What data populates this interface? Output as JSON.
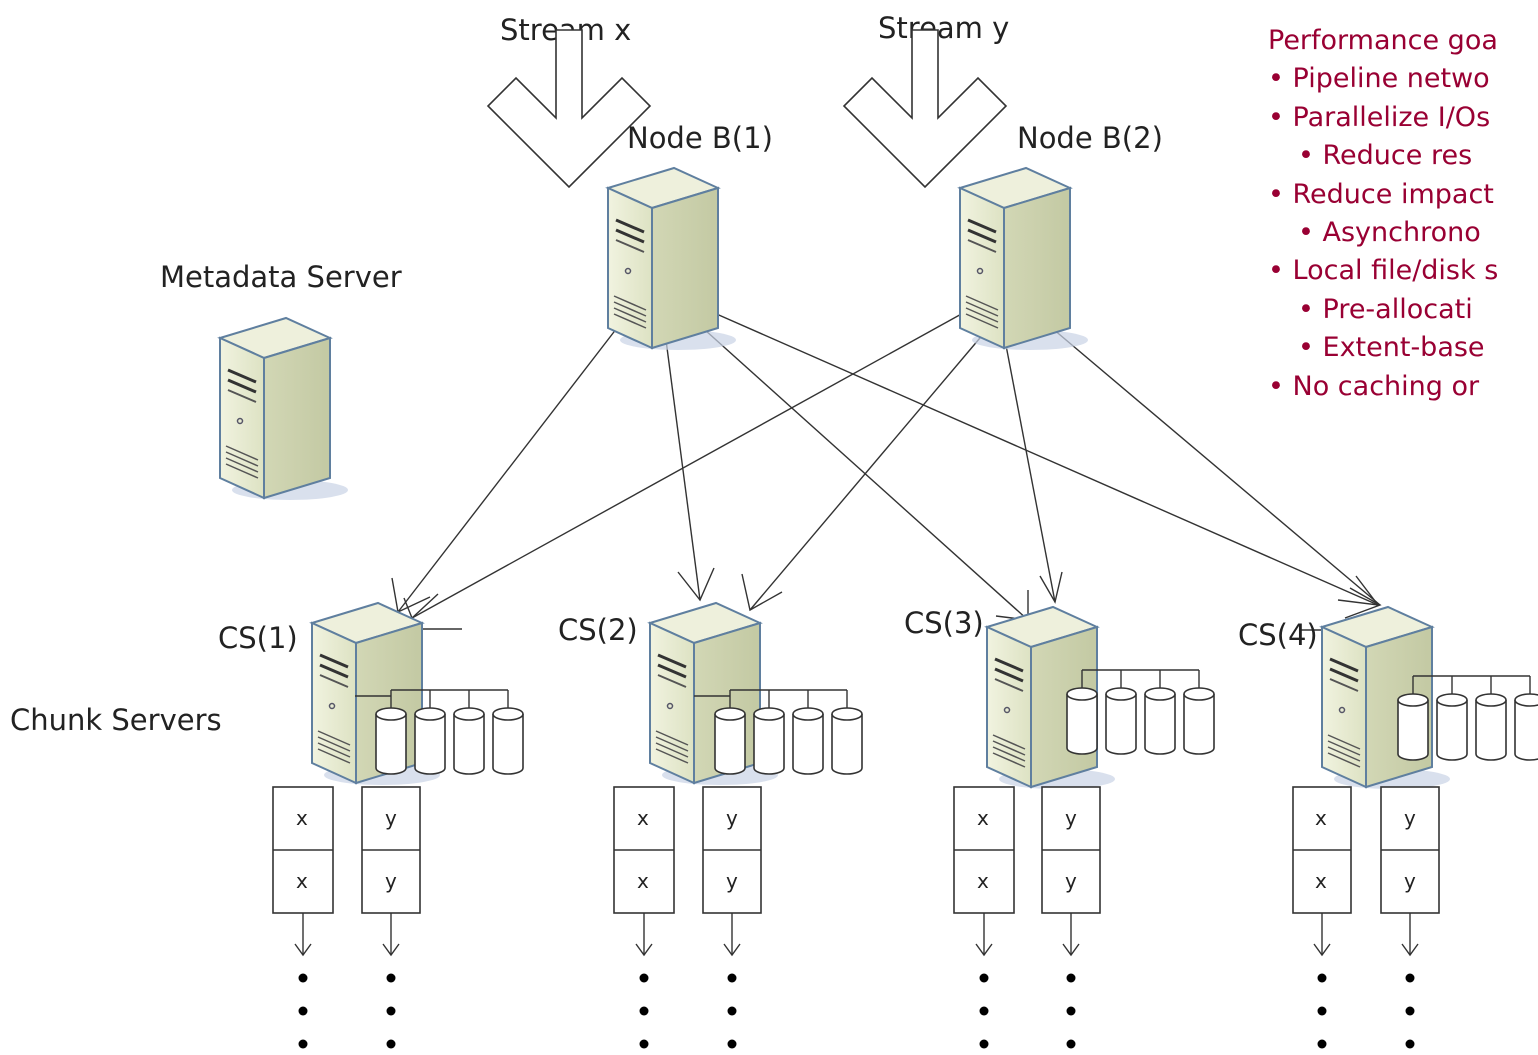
{
  "streams": [
    {
      "label": "Stream x",
      "node_label": "Node B(1)"
    },
    {
      "label": "Stream y",
      "node_label": "Node B(2)"
    }
  ],
  "metadata_server": {
    "label": "Metadata Server"
  },
  "chunk_servers_label": "Chunk Servers",
  "chunk_servers": [
    {
      "label": "CS(1)",
      "blocks": [
        [
          "x",
          "x"
        ],
        [
          "y",
          "y"
        ]
      ]
    },
    {
      "label": "CS(2)",
      "blocks": [
        [
          "x",
          "x"
        ],
        [
          "y",
          "y"
        ]
      ]
    },
    {
      "label": "CS(3)",
      "blocks": [
        [
          "x",
          "x"
        ],
        [
          "y",
          "y"
        ]
      ]
    },
    {
      "label": "CS(4)",
      "blocks": [
        [
          "x",
          "x"
        ],
        [
          "y",
          "y"
        ]
      ]
    }
  ],
  "goals": {
    "title": "Performance goa",
    "items": [
      {
        "text": "• Pipeline netwo",
        "level": 1
      },
      {
        "text": "• Parallelize I/Os",
        "level": 1
      },
      {
        "text": "• Reduce res",
        "level": 2
      },
      {
        "text": "• Reduce impact",
        "level": 1
      },
      {
        "text": "• Asynchrono",
        "level": 2
      },
      {
        "text": "• Local file/disk s",
        "level": 1
      },
      {
        "text": "• Pre-allocati",
        "level": 2
      },
      {
        "text": "• Extent-base",
        "level": 2
      },
      {
        "text": "• No caching or",
        "level": 1
      }
    ]
  },
  "colors": {
    "goals_text": "#990033",
    "server_front": "#e7ead1",
    "server_side": "#d3d8b6",
    "server_outline": "#5f7f9f",
    "line": "#333333"
  },
  "icons": [
    "download-arrow-icon",
    "server-icon",
    "disk-icon"
  ]
}
